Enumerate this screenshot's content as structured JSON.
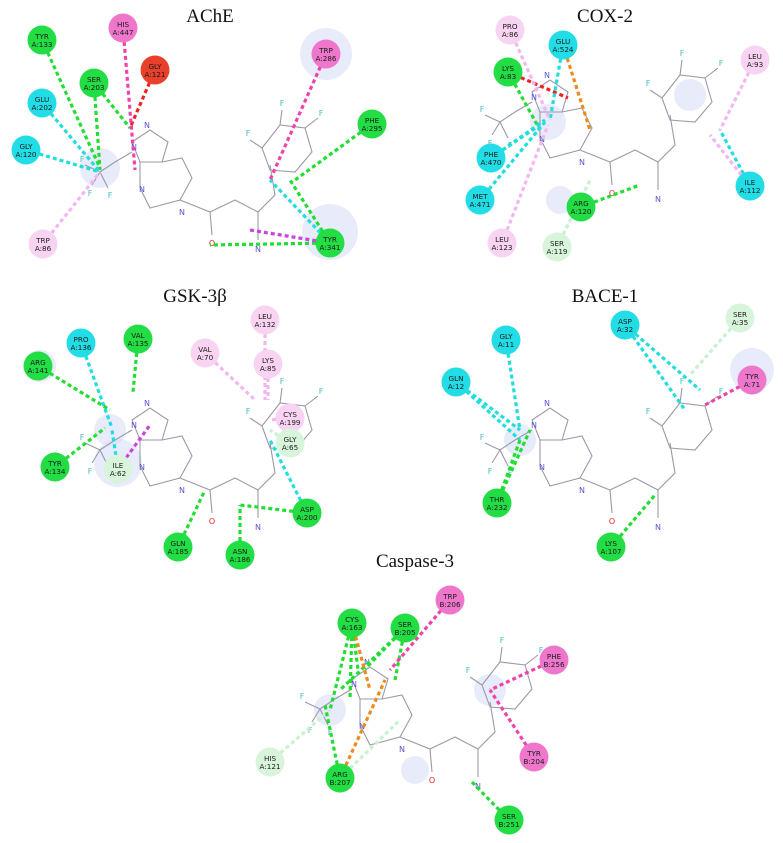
{
  "colors": {
    "conventional_hbond": "#22dd33",
    "carbon_hbond": "#c9f1cf",
    "halogen": "#22dddd",
    "pi_anion": "#f08a1c",
    "unfavorable": "#ee2222",
    "pi_sigma": "#cc44dd",
    "pi_pi": "#ee44aa",
    "alkyl": "#f3b6f0",
    "res_green": "#22dd44",
    "res_lightgreen": "#d8f5dc",
    "res_cyan": "#22dde6",
    "res_pink": "#ee77cc",
    "res_lightpink": "#f8d4f2",
    "res_red": "#e8402a"
  },
  "panels": [
    {
      "title": "AChE",
      "residues": [
        {
          "name": "TYR",
          "num": "A:133",
          "type": "green"
        },
        {
          "name": "HIS",
          "num": "A:447",
          "type": "pink"
        },
        {
          "name": "GLY",
          "num": "A:121",
          "type": "red"
        },
        {
          "name": "SER",
          "num": "A:203",
          "type": "green"
        },
        {
          "name": "GLU",
          "num": "A:202",
          "type": "cyan"
        },
        {
          "name": "GLY",
          "num": "A:120",
          "type": "cyan"
        },
        {
          "name": "TRP",
          "num": "A:286",
          "type": "pink"
        },
        {
          "name": "PHE",
          "num": "A:295",
          "type": "green"
        },
        {
          "name": "TYR",
          "num": "A:341",
          "type": "green"
        },
        {
          "name": "TRP",
          "num": "A:86",
          "type": "lightpink"
        }
      ]
    },
    {
      "title": "COX-2",
      "residues": [
        {
          "name": "PRO",
          "num": "A:86",
          "type": "lightpink"
        },
        {
          "name": "GLU",
          "num": "A:524",
          "type": "cyan"
        },
        {
          "name": "LYS",
          "num": "A:83",
          "type": "green"
        },
        {
          "name": "LEU",
          "num": "A:93",
          "type": "lightpink"
        },
        {
          "name": "PHE",
          "num": "A:470",
          "type": "cyan"
        },
        {
          "name": "MET",
          "num": "A:471",
          "type": "cyan"
        },
        {
          "name": "ILE",
          "num": "A:112",
          "type": "cyan"
        },
        {
          "name": "ARG",
          "num": "A:120",
          "type": "green"
        },
        {
          "name": "LEU",
          "num": "A:123",
          "type": "lightpink"
        },
        {
          "name": "SER",
          "num": "A:119",
          "type": "lightgreen"
        }
      ]
    },
    {
      "title": "GSK-3β",
      "residues": [
        {
          "name": "PRO",
          "num": "A:136",
          "type": "cyan"
        },
        {
          "name": "VAL",
          "num": "A:135",
          "type": "green"
        },
        {
          "name": "LEU",
          "num": "A:132",
          "type": "lightpink"
        },
        {
          "name": "VAL",
          "num": "A:70",
          "type": "lightpink"
        },
        {
          "name": "LYS",
          "num": "A:85",
          "type": "lightpink"
        },
        {
          "name": "ARG",
          "num": "A:141",
          "type": "green"
        },
        {
          "name": "CYS",
          "num": "A:199",
          "type": "lightpink"
        },
        {
          "name": "TYR",
          "num": "A:134",
          "type": "green"
        },
        {
          "name": "ILE",
          "num": "A:62",
          "type": "lightgreen"
        },
        {
          "name": "GLY",
          "num": "A:65",
          "type": "lightgreen"
        },
        {
          "name": "ASP",
          "num": "A:200",
          "type": "green"
        },
        {
          "name": "GLN",
          "num": "A:185",
          "type": "green"
        },
        {
          "name": "ASN",
          "num": "A:186",
          "type": "green"
        }
      ]
    },
    {
      "title": "BACE-1",
      "residues": [
        {
          "name": "GLY",
          "num": "A:11",
          "type": "cyan"
        },
        {
          "name": "ASP",
          "num": "A:32",
          "type": "cyan"
        },
        {
          "name": "SER",
          "num": "A:35",
          "type": "lightgreen"
        },
        {
          "name": "GLN",
          "num": "A:12",
          "type": "cyan"
        },
        {
          "name": "TYR",
          "num": "A:71",
          "type": "pink"
        },
        {
          "name": "THR",
          "num": "A:232",
          "type": "green"
        },
        {
          "name": "LYS",
          "num": "A:107",
          "type": "green"
        }
      ]
    },
    {
      "title": "Caspase-3",
      "residues": [
        {
          "name": "CYS",
          "num": "A:163",
          "type": "green"
        },
        {
          "name": "SER",
          "num": "B:205",
          "type": "green"
        },
        {
          "name": "TRP",
          "num": "B:206",
          "type": "pink"
        },
        {
          "name": "PHE",
          "num": "B:256",
          "type": "pink"
        },
        {
          "name": "HIS",
          "num": "A:121",
          "type": "lightgreen"
        },
        {
          "name": "ARG",
          "num": "B:207",
          "type": "green"
        },
        {
          "name": "TYR",
          "num": "B:204",
          "type": "pink"
        },
        {
          "name": "SER",
          "num": "B:251",
          "type": "green"
        }
      ]
    }
  ]
}
